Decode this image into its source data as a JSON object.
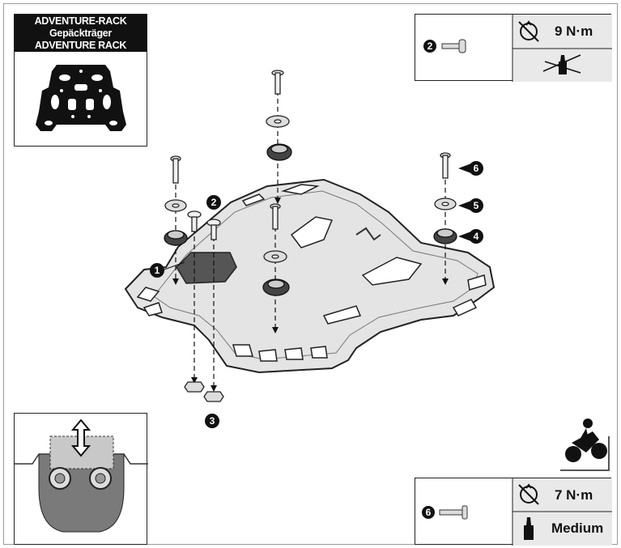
{
  "rack_box": {
    "title_line1": "ADVENTURE-RACK Gepäckträger",
    "title_line2": "ADVENTURE RACK"
  },
  "torque_top": {
    "part_number": "2",
    "torque": "9 N·m"
  },
  "torque_bottom": {
    "part_number": "6",
    "torque": "7 N·m",
    "threadlock": "Medium"
  },
  "callouts": [
    "1",
    "2",
    "3",
    "4",
    "5",
    "6"
  ],
  "icons": [
    "torque-wrench-icon",
    "no-threadlocker-icon",
    "threadlocker-bottle-icon",
    "motorcycle-rider-icon",
    "adjust-arrow-icon"
  ]
}
